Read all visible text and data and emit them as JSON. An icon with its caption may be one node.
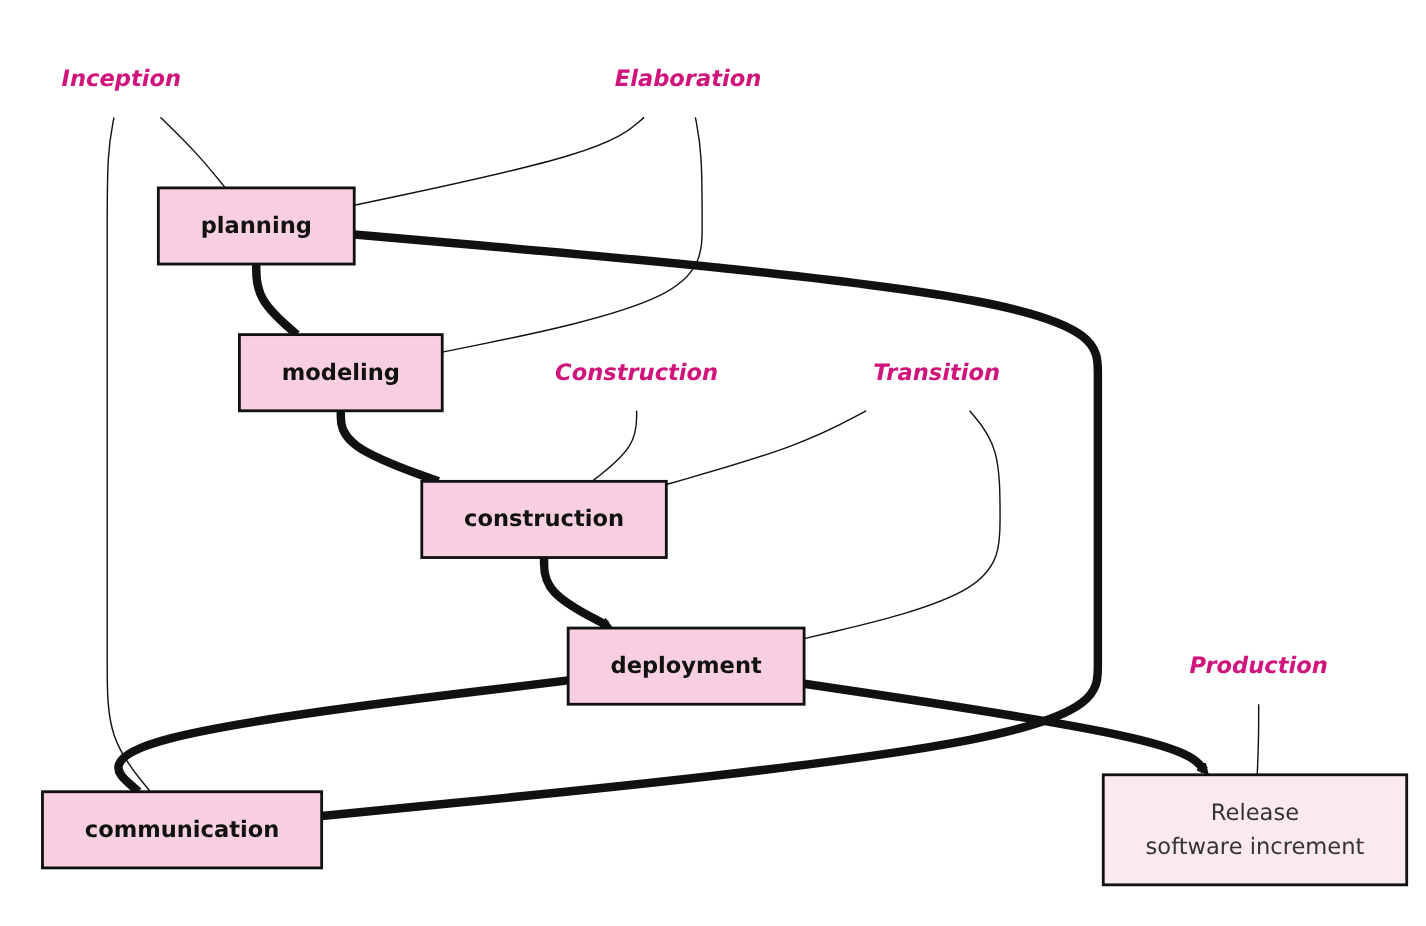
{
  "diagram": {
    "nodes": [
      {
        "text": [
          "Elaboration"
        ]
      },
      {
        "text": [
          "Inception"
        ]
      },
      {
        "text": [
          "planning"
        ]
      },
      {
        "text": [
          "modeling"
        ]
      },
      {
        "text": [
          "communication"
        ]
      },
      {
        "text": [
          "construction"
        ]
      },
      {
        "text": [
          "deployment"
        ]
      },
      {
        "text": [
          "Construction"
        ]
      },
      {
        "text": [
          "Transition"
        ]
      },
      {
        "text": [
          "Release",
          "software increment"
        ]
      },
      {
        "text": [
          "Production"
        ]
      }
    ],
    "edges": [
      {
        "from": 4,
        "to": 2,
        "arrow": "none",
        "style": "thick"
      },
      {
        "from": 2,
        "to": 3,
        "arrow": "none",
        "style": "thick"
      },
      {
        "from": 3,
        "to": 5,
        "arrow": "none",
        "style": "thick"
      },
      {
        "from": 5,
        "to": 6,
        "arrow": "to",
        "style": "thick"
      },
      {
        "from": 6,
        "to": 4,
        "arrow": "none",
        "style": "thick"
      },
      {
        "from": 6,
        "to": 9,
        "arrow": "to",
        "style": "thick"
      },
      {
        "from": 1,
        "to": 4,
        "arrow": "none"
      },
      {
        "from": 1,
        "to": 2,
        "arrow": "none"
      },
      {
        "from": 0,
        "to": 2,
        "arrow": "none"
      },
      {
        "from": 0,
        "to": 3,
        "arrow": "none"
      },
      {
        "from": 7,
        "to": 5,
        "arrow": "none"
      },
      {
        "from": 8,
        "to": 6,
        "arrow": "none"
      },
      {
        "from": 8,
        "to": 5,
        "arrow": "none"
      },
      {
        "from": 10,
        "to": 9,
        "arrow": "none"
      }
    ]
  }
}
